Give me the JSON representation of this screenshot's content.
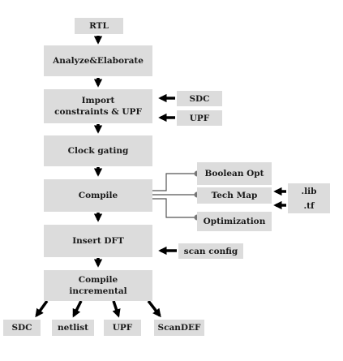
{
  "flow": {
    "rtl": "RTL",
    "analyze": "Analyze&Elaborate",
    "import_line1": "Import",
    "import_line2": "constraints & UPF",
    "clock_gating": "Clock gating",
    "compile": "Compile",
    "insert_dft": "Insert DFT",
    "compile_inc_line1": "Compile",
    "compile_inc_line2": "incremental"
  },
  "inputs": {
    "sdc": "SDC",
    "upf": "UPF",
    "lib": ".lib",
    "tf": ".tf",
    "scan_config": "scan config"
  },
  "compile_steps": {
    "boolean_opt": "Boolean Opt",
    "tech_map": "Tech Map",
    "optimization": "Optimization"
  },
  "outputs": {
    "sdc": "SDC",
    "netlist": "netlist",
    "upf": "UPF",
    "scandef": "ScanDEF"
  },
  "colors": {
    "box_fill": "#dcdcdc",
    "arrow": "#000000",
    "connector": "#555555",
    "dot": "#777777"
  }
}
